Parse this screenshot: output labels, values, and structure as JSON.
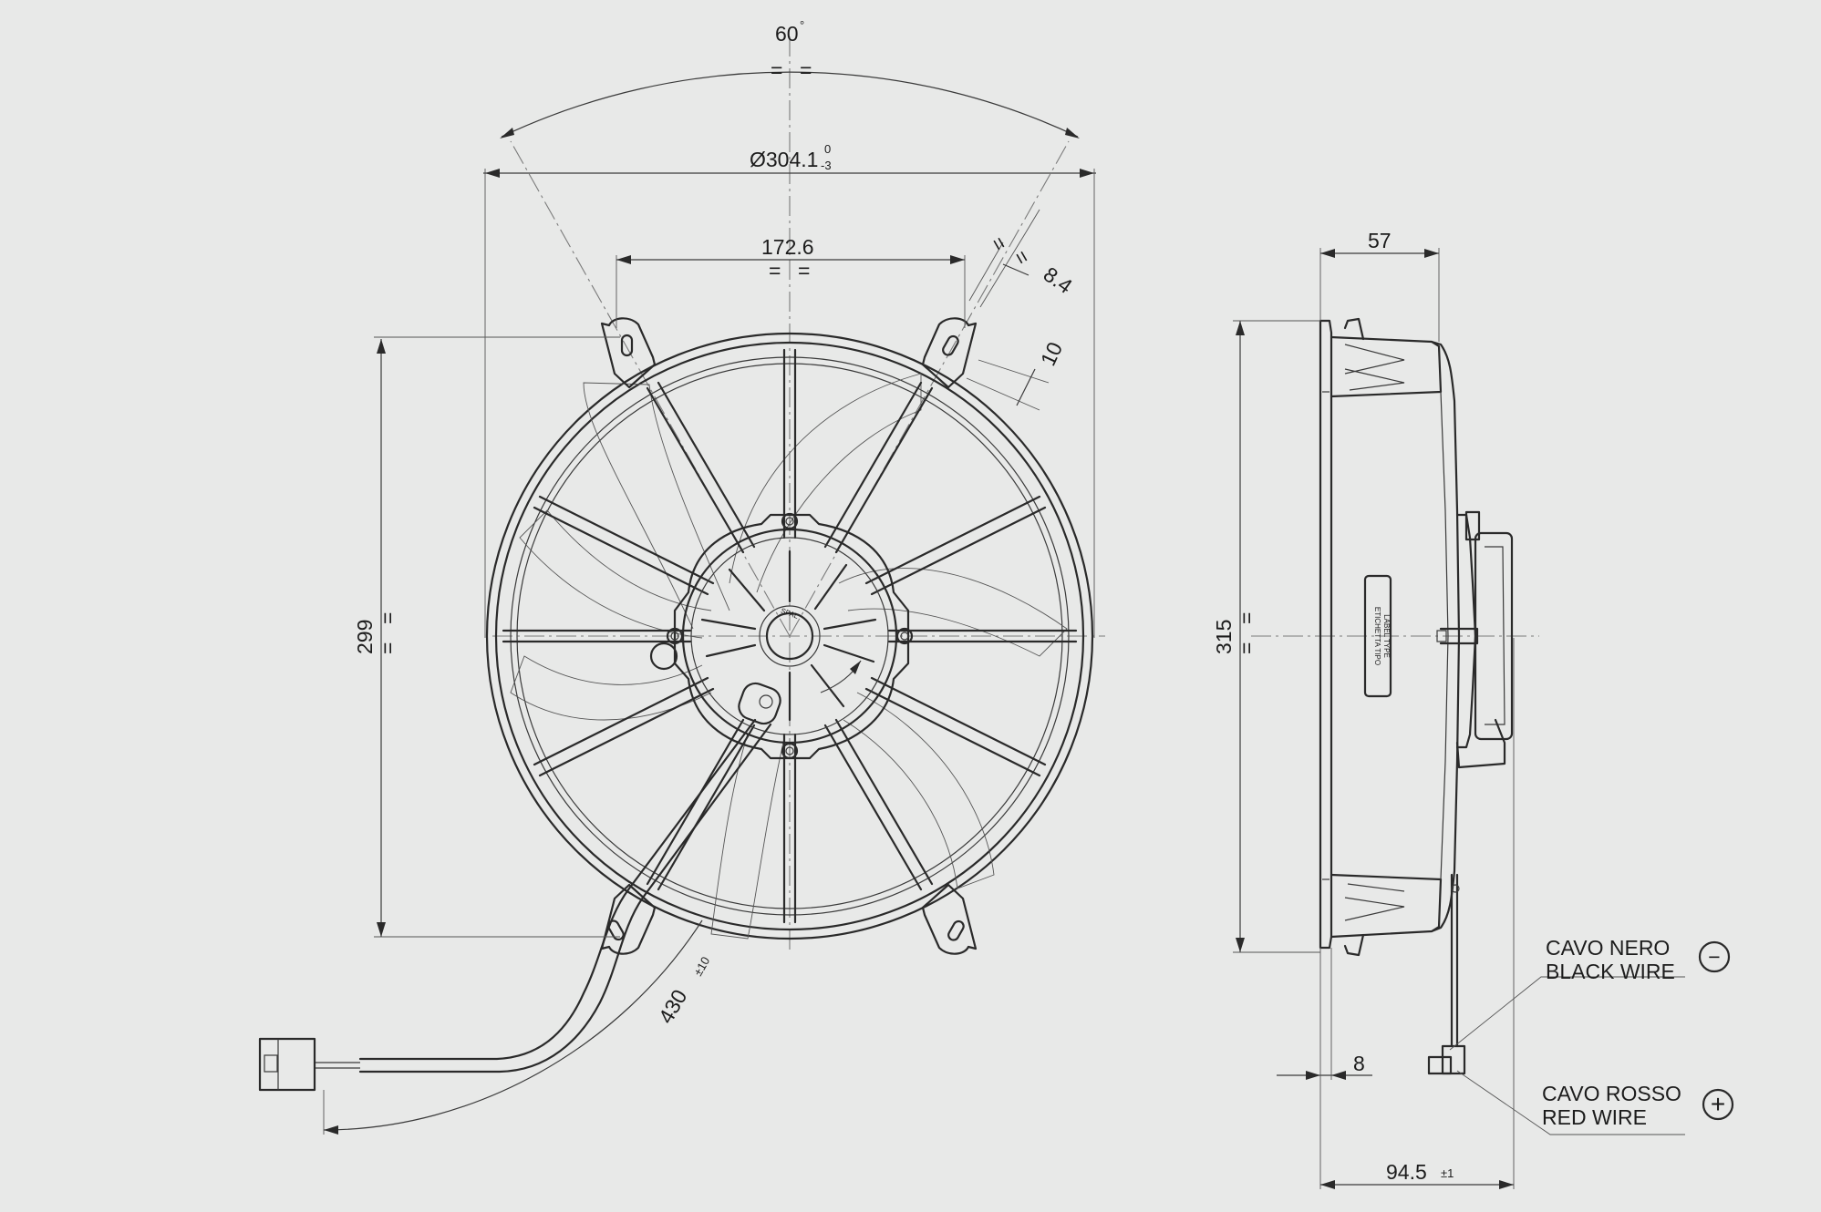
{
  "dimensions": {
    "angle": "60",
    "angle_unit": "°",
    "diameter": "Ø304.1",
    "diameter_tol_top": "0",
    "diameter_tol_bottom": "-3",
    "mount_spacing": "172.6",
    "slot_width": "8.4",
    "slot_length": "10",
    "height_front": "299",
    "height_side": "315",
    "depth": "57",
    "flange": "8",
    "total_depth": "94.5",
    "total_depth_tol": "±1",
    "cable_length": "430",
    "cable_length_tol": "±10",
    "equal_mark": "="
  },
  "labels": {
    "black_wire_it": "CAVO NERO",
    "black_wire_en": "BLACK WIRE",
    "red_wire_it": "CAVO ROSSO",
    "red_wire_en": "RED WIRE",
    "minus_symbol": "−",
    "plus_symbol": "+",
    "label_type_it": "ETICHETTA TIPO",
    "label_type_en": "LABEL TYPE",
    "brand": "SPAL"
  },
  "colors": {
    "background": "#e8e9e8",
    "line": "#2a2a2a"
  }
}
